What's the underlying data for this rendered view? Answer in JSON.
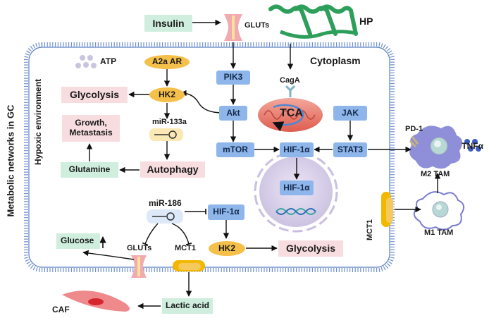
{
  "labels": {
    "insulin": "Insulin",
    "gluts_top": "GLUTs",
    "hp": "HP",
    "atp": "ATP",
    "a2a_ar": "A2a AR",
    "cytoplasm": "Cytoplasm",
    "glycolysis_top": "Glycolysis",
    "hk2_top": "HK2",
    "pik3": "PIK3",
    "cag_a": "CagA",
    "mir133a": "miR-133a",
    "growth_metastasis": "Growth,\nMetastasis",
    "akt": "Akt",
    "tca": "TCA",
    "jak": "JAK",
    "pd1": "PD-1",
    "tnfa": "TNFα",
    "mtor": "mTOR",
    "hif1a_mid": "HIF-1α",
    "stat3": "STAT3",
    "glutamine": "Glutamine",
    "autophagy": "Autophagy",
    "m2_tam": "M2 TAM",
    "hif1a_nucleus": "HIF-1α",
    "mir186": "miR-186",
    "hif1a_low": "HIF-1α",
    "mct1_right": "MCT1",
    "m1_tam": "M1 TAM",
    "glucose": "Glucose",
    "gluts_bottom": "GLUTs",
    "mct1_bottom": "MCT1",
    "hk2_low": "HK2",
    "glycolysis_low": "Glycolysis",
    "caf": "CAF",
    "lactic_acid": "Lactic acid",
    "metabolic_networks": "Metabolic networks in GC",
    "hypoxic_environment": "Hypoxic environment"
  },
  "colors": {
    "membrane": "#5b7fc4",
    "green_box": "#cfeede",
    "pink_box": "#f8dde0",
    "blue_box": "#8fb6ea",
    "orange": "#f5c04a",
    "hp_green": "#2e9e5b",
    "tca_red": "#e26a5c",
    "nucleus": "#d9d2e9",
    "macrophage": "#8e8fd8",
    "caf_red": "#e8757a"
  }
}
